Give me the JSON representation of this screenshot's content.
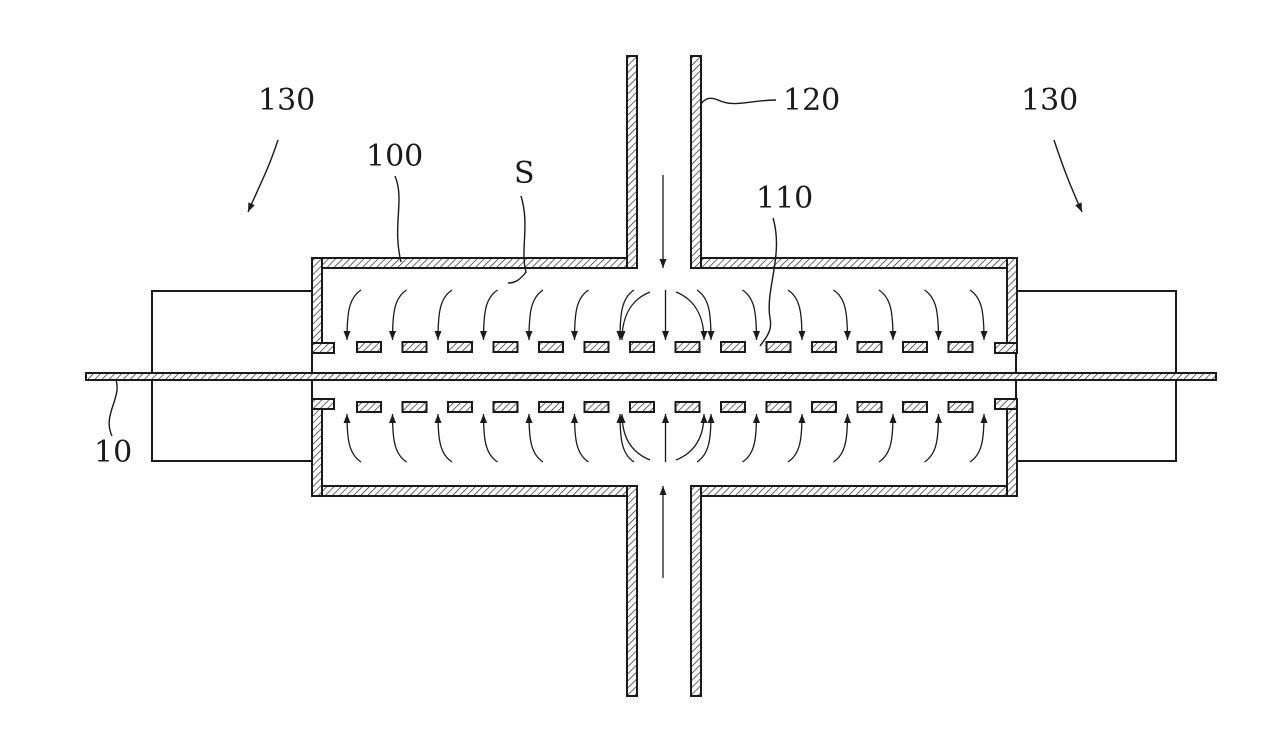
{
  "labels": {
    "left_device": "130",
    "right_device": "130",
    "chamber": "100",
    "space": "S",
    "gas_pipe": "120",
    "perforated_plate": "110",
    "substrate": "10"
  }
}
